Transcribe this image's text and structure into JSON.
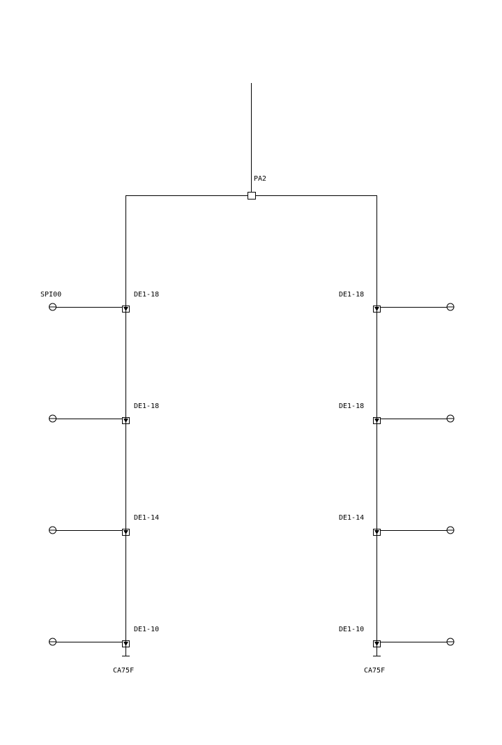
{
  "diagram": {
    "source": {
      "label": "PA2"
    },
    "branches": [
      {
        "side": "left",
        "taps": [
          {
            "label": "DE1-18",
            "outlet_label": "SPI00"
          },
          {
            "label": "DE1-18",
            "outlet_label": ""
          },
          {
            "label": "DE1-14",
            "outlet_label": ""
          },
          {
            "label": "DE1-10",
            "outlet_label": ""
          }
        ],
        "terminator": {
          "label": "CA75F"
        }
      },
      {
        "side": "right",
        "taps": [
          {
            "label": "DE1-18",
            "outlet_label": ""
          },
          {
            "label": "DE1-18",
            "outlet_label": ""
          },
          {
            "label": "DE1-14",
            "outlet_label": ""
          },
          {
            "label": "DE1-10",
            "outlet_label": ""
          }
        ],
        "terminator": {
          "label": "CA75F"
        }
      }
    ]
  }
}
